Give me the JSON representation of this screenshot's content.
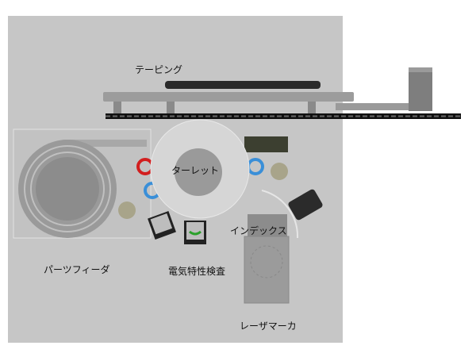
{
  "labels": {
    "taping": "テーピング",
    "turret": "ターレット",
    "parts_feeder": "パーツフィーダ",
    "electrical_test": "電気特性検査",
    "index": "インデックス",
    "laser_marker": "レーザマーカ"
  },
  "colors": {
    "panel": "#c6c6c6",
    "red_station": "#d21e1e",
    "blue_station": "#3a8fd8",
    "green_station": "#2aa02a"
  }
}
